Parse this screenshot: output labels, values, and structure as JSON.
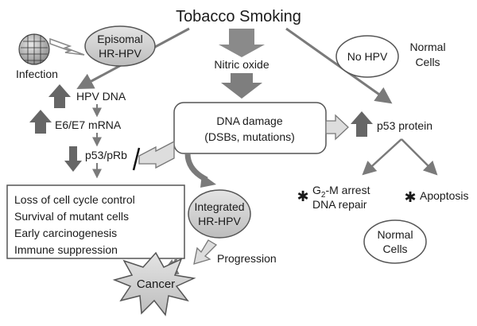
{
  "title": "Tobacco Smoking",
  "nodes": {
    "episomal_line1": "Episomal",
    "episomal_line2": "HR-HPV",
    "infection": "Infection",
    "no_hpv": "No HPV",
    "normal_cells_top_line1": "Normal",
    "normal_cells_top_line2": "Cells",
    "nitric_oxide": "Nitric oxide",
    "hpv_dna": "HPV DNA",
    "e6e7_mrna": "E6/E7 mRNA",
    "p53_prb": "p53/pRb",
    "dna_damage_line1": "DNA damage",
    "dna_damage_line2": "(DSBs, mutations)",
    "p53_protein": "p53 protein",
    "g2m_prefix": "G",
    "g2m_sub": "2",
    "g2m_suffix": "-M arrest",
    "dna_repair": "DNA repair",
    "apoptosis": "Apoptosis",
    "normal_cells_bottom_line1": "Normal",
    "normal_cells_bottom_line2": "Cells",
    "integrated_line1": "Integrated",
    "integrated_line2": "HR-HPV",
    "progression": "Progression",
    "cancer": "Cancer"
  },
  "outcomes": [
    "Loss of cell cycle control",
    "Survival of mutant cells",
    "Early carcinogenesis",
    "Immune suppression"
  ]
}
